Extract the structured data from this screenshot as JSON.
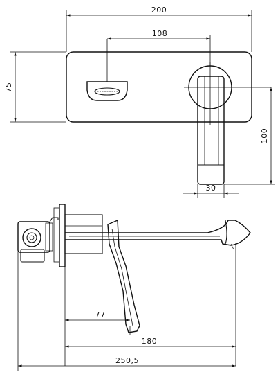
{
  "dimensions": {
    "top_width": "200",
    "spout_offset": "108",
    "plate_height": "75",
    "lever_length": "100",
    "lever_width": "30",
    "lever_reach": "77",
    "spout_reach": "180",
    "overall_depth": "250,5"
  },
  "colors": {
    "line": "#111111",
    "background": "#ffffff"
  }
}
